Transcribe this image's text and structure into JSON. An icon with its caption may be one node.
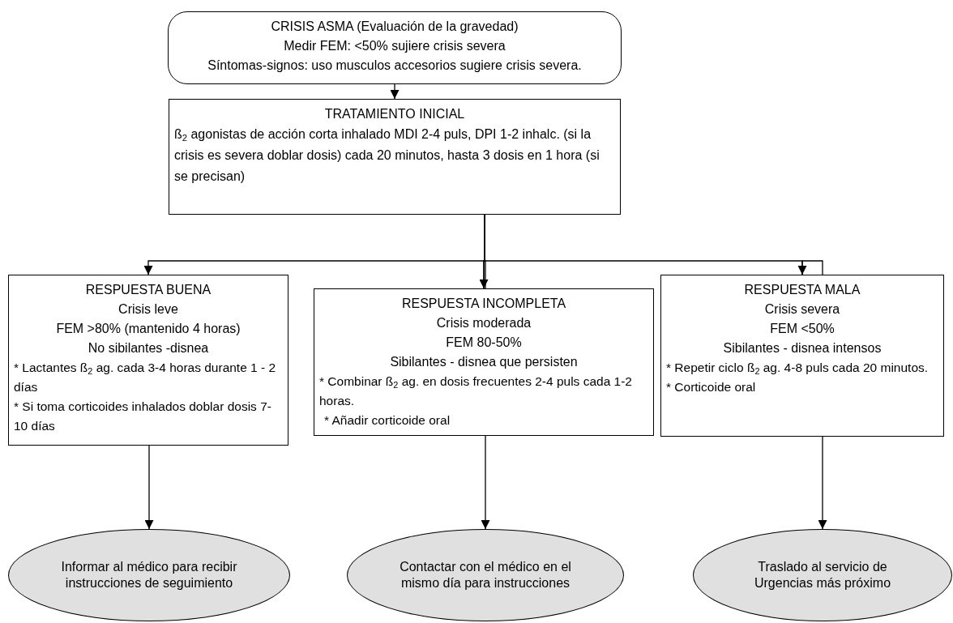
{
  "diagram": {
    "nodes": [
      {
        "text": [
          "CRISIS ASMA (Evaluación de la gravedad)",
          "Medir FEM: <50% sujiere crisis severa",
          "Síntomas-signos: uso musculos accesorios sugiere crisis severa."
        ]
      },
      {
        "text": [
          "TRATAMIENTO INICIAL",
          "ß$_{2}$ agonistas de acción corta inhalado MDI 2-4 puls, DPI 1-2 inhalc. (si la crisis es severa doblar dosis) cada 20 minutos, hasta 3 dosis en 1 hora (si se precisan)"
        ]
      },
      {
        "text": [
          "RESPUESTA BUENA",
          "Crisis leve",
          "FEM >80% (mantenido 4 horas)",
          "No sibilantes -disnea",
          "* Lactantes  ß$_{2}$ ag. cada 3-4 horas durante 1 - 2 días",
          "* Si toma corticoides inhalados doblar dosis 7-10 días"
        ]
      },
      {
        "text": [
          "RESPUESTA INCOMPLETA",
          "Crisis moderada",
          "FEM 80-50%",
          "Sibilantes - disnea que persisten",
          "* Combinar  ß$_{2}$ ag. en dosis frecuentes 2-4 puls cada 1-2 horas.",
          "* Añadir corticoide oral"
        ]
      },
      {
        "text": [
          "RESPUESTA MALA",
          "Crisis severa",
          "FEM <50%",
          "Sibilantes - disnea intensos",
          "* Repetir ciclo  ß$_{2}$ ag. 4-8 puls cada 20 minutos.",
          "* Corticoide oral"
        ]
      },
      {
        "text": [
          "Informar al médico para recibir instrucciones de seguimiento"
        ]
      },
      {
        "text": [
          "Contactar con el médico en el mismo día para instrucciones"
        ]
      },
      {
        "text": [
          "Traslado al servicio de Urgencias más próximo"
        ]
      }
    ],
    "edges": [
      {
        "from": 0,
        "to": 1,
        "arrow": "to"
      },
      {
        "from": 1,
        "to": 2,
        "arrow": "to"
      },
      {
        "from": 1,
        "to": 3,
        "arrow": "to"
      },
      {
        "from": 1,
        "to": 4,
        "arrow": "to"
      },
      {
        "from": 2,
        "to": 5,
        "arrow": "to"
      },
      {
        "from": 3,
        "to": 6,
        "arrow": "to"
      },
      {
        "from": 4,
        "to": 7,
        "arrow": "to"
      }
    ]
  }
}
